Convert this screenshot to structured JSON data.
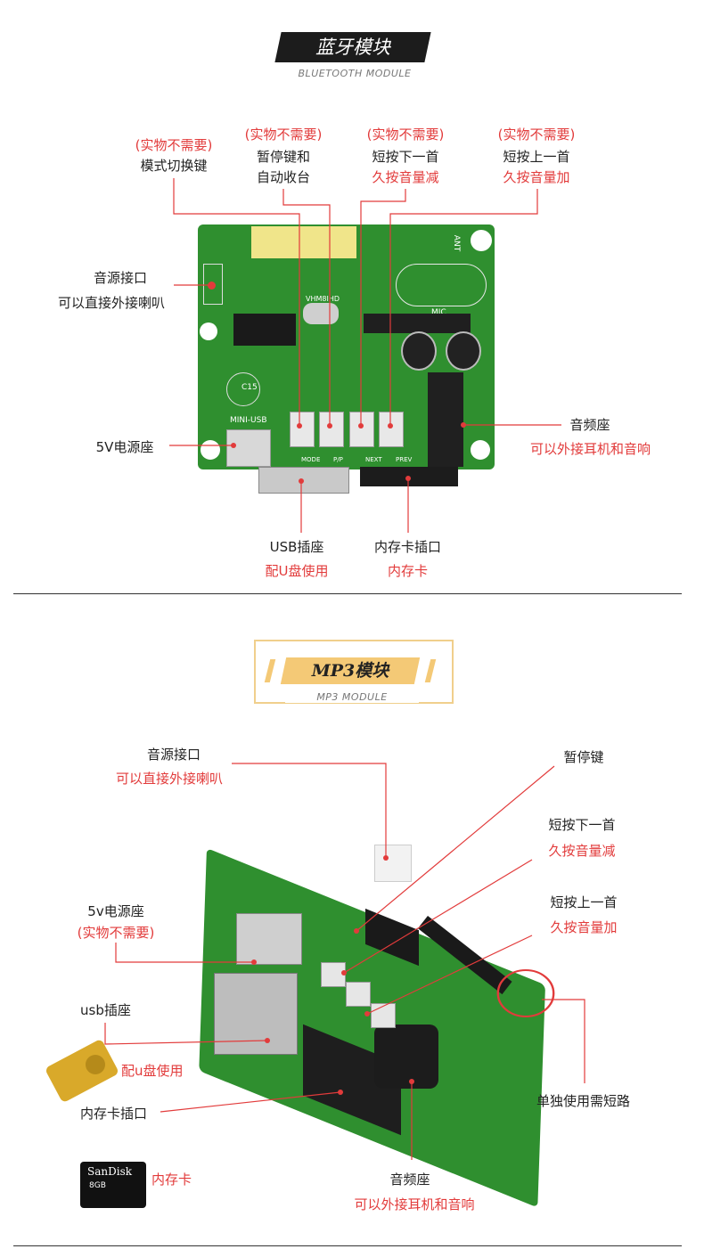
{
  "bluetooth": {
    "title": "蓝牙模块",
    "subtitle": "BLUETOOTH MODULE",
    "labels": {
      "mode_note": "(实物不需要)",
      "mode": "模式切换键",
      "pause_note": "(实物不需要)",
      "pause_1": "暂停键和",
      "pause_2": "自动收台",
      "next_note": "(实物不需要)",
      "next_1": "短按下一首",
      "next_2": "久按音量减",
      "prev_note": "(实物不需要)",
      "prev_1": "短按上一首",
      "prev_2": "久按音量加",
      "source_1": "音源接口",
      "source_2": "可以直接外接喇叭",
      "power": "5V电源座",
      "audio_1": "音频座",
      "audio_2": "可以外接耳机和音响",
      "usb_1": "USB插座",
      "usb_2": "配U盘使用",
      "card_1": "内存卡插口",
      "card_2": "内存卡"
    },
    "silk": {
      "ant": "ANT",
      "mic": "MIC",
      "mini_usb": "MINI-USB",
      "mode": "MODE",
      "pp": "P/P",
      "next": "NEXT",
      "prev": "PREV",
      "c15": "C15",
      "chip": "VHM8IHD"
    }
  },
  "mp3": {
    "title": "MP3模块",
    "subtitle": "MP3 MODULE",
    "labels": {
      "source_1": "音源接口",
      "source_2": "可以直接外接喇叭",
      "pause": "暂停键",
      "next_1": "短按下一首",
      "next_2": "久按音量减",
      "power_1": "5v电源座",
      "power_2": "(实物不需要)",
      "prev_1": "短按上一首",
      "prev_2": "久按音量加",
      "usb": "usb插座",
      "udisk": "配u盘使用",
      "card_slot": "内存卡插口",
      "short": "单独使用需短路",
      "card": "内存卡",
      "audio_1": "音频座",
      "audio_2": "可以外接耳机和音响"
    },
    "sd": {
      "brand": "SanDisk",
      "cap": "8GB"
    }
  },
  "colors": {
    "pcb": "#2f8f2f",
    "accent_red": "#e23b3b",
    "gold": "#f4c976"
  }
}
